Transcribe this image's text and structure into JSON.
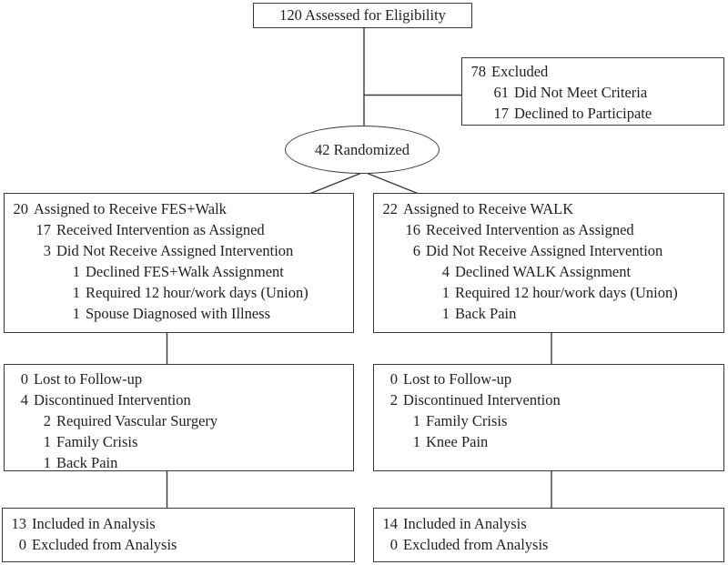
{
  "diagram": {
    "assessed_box": {
      "text": "120 Assessed for Eligibility"
    },
    "excluded_box": {
      "lines": [
        {
          "num": "78",
          "label": "Excluded",
          "level": 0
        },
        {
          "num": "61",
          "label": "Did Not Meet Criteria",
          "level": 1
        },
        {
          "num": "17",
          "label": "Declined to Participate",
          "level": 1
        }
      ]
    },
    "randomized_ellipse": {
      "text": "42 Randomized"
    },
    "fes_walk_arm_box": {
      "lines": [
        {
          "num": "20",
          "label": "Assigned to Receive FES+Walk",
          "level": 0
        },
        {
          "num": "17",
          "label": "Received Intervention as Assigned",
          "level": 1
        },
        {
          "num": "3",
          "label": "Did Not Receive Assigned Intervention",
          "level": 1
        },
        {
          "num": "1",
          "label": "Declined FES+Walk Assignment",
          "level": 2
        },
        {
          "num": "1",
          "label": "Required 12 hour/work days (Union)",
          "level": 2
        },
        {
          "num": "1",
          "label": "Spouse Diagnosed with Illness",
          "level": 2
        }
      ]
    },
    "walk_arm_box": {
      "lines": [
        {
          "num": "22",
          "label": "Assigned to Receive WALK",
          "level": 0
        },
        {
          "num": "16",
          "label": "Received Intervention as Assigned",
          "level": 1
        },
        {
          "num": "6",
          "label": "Did Not Receive Assigned Intervention",
          "level": 1
        },
        {
          "num": "4",
          "label": "Declined WALK Assignment",
          "level": 2
        },
        {
          "num": "1",
          "label": "Required 12 hour/work days (Union)",
          "level": 2
        },
        {
          "num": "1",
          "label": "Back Pain",
          "level": 2
        }
      ]
    },
    "fes_walk_followup_box": {
      "lines": [
        {
          "num": "0",
          "label": "Lost to Follow-up",
          "level": 0
        },
        {
          "num": "4",
          "label": "Discontinued Intervention",
          "level": 0
        },
        {
          "num": "2",
          "label": "Required Vascular Surgery",
          "level": 1
        },
        {
          "num": "1",
          "label": "Family Crisis",
          "level": 1
        },
        {
          "num": "1",
          "label": "Back Pain",
          "level": 1
        }
      ]
    },
    "walk_followup_box": {
      "lines": [
        {
          "num": "0",
          "label": "Lost to Follow-up",
          "level": 0
        },
        {
          "num": "2",
          "label": "Discontinued Intervention",
          "level": 0
        },
        {
          "num": "1",
          "label": "Family Crisis",
          "level": 1
        },
        {
          "num": "1",
          "label": "Knee Pain",
          "level": 1
        }
      ]
    },
    "fes_walk_analysis_box": {
      "lines": [
        {
          "num": "13",
          "label": "Included in Analysis",
          "level": 0
        },
        {
          "num": "0",
          "label": "Excluded from Analysis",
          "level": 0
        }
      ]
    },
    "walk_analysis_box": {
      "lines": [
        {
          "num": "14",
          "label": "Included in Analysis",
          "level": 0
        },
        {
          "num": "0",
          "label": "Excluded from Analysis",
          "level": 0
        }
      ]
    },
    "colors": {
      "line": "#3a3a3a",
      "text": "#1f1f1f",
      "background": "#ffffff"
    }
  }
}
